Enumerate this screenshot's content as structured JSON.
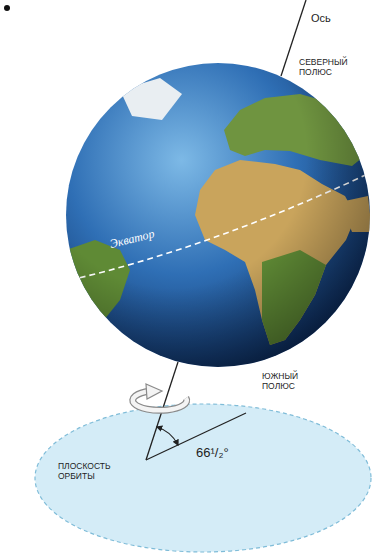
{
  "diagram": {
    "labels": [
      "Ось",
      "СЕВЕРНЫЙ ПОЛЮС",
      "Экватор",
      "ЮЖНЫЙ ПОЛЮС",
      "ПЛОСКОСТЬ ОРБИТЫ",
      "66¹/₂°"
    ]
  }
}
